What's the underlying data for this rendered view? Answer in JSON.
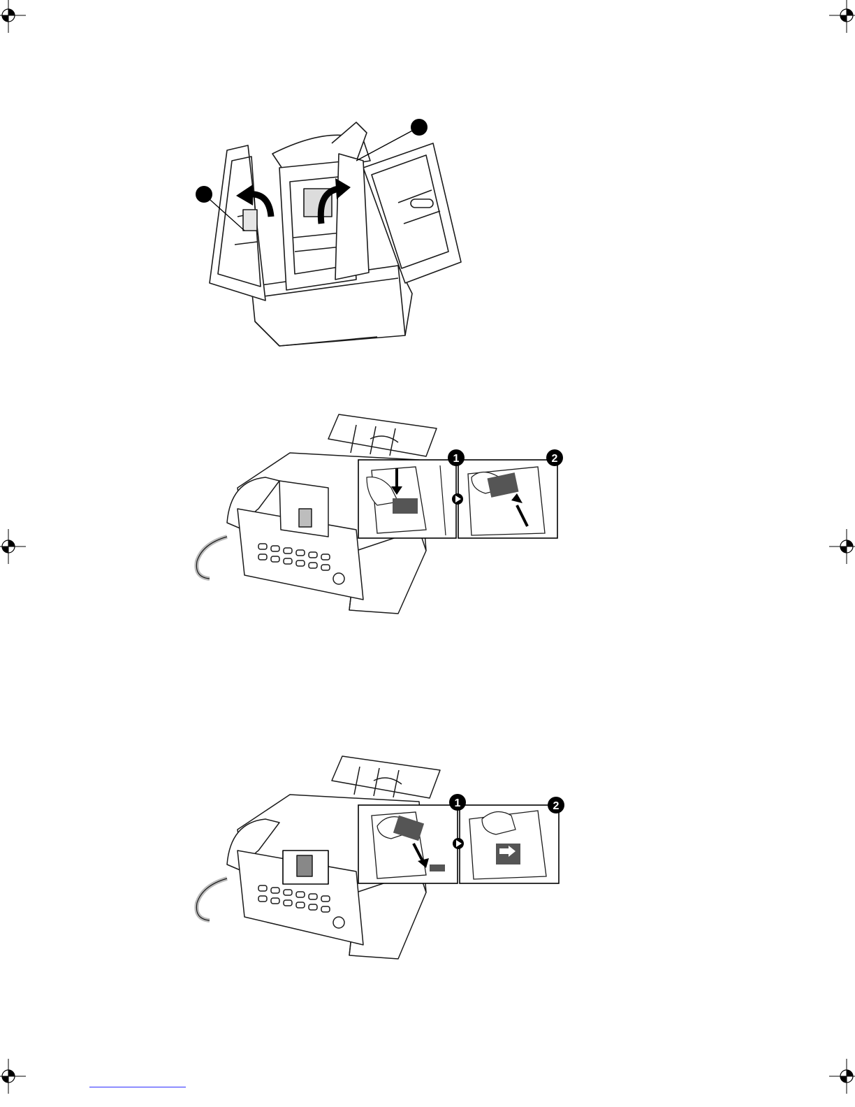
{
  "figures": [
    {
      "id": "figure-open-front-panel",
      "callouts": [
        {
          "marker": "callout-left",
          "label": ""
        },
        {
          "marker": "callout-right",
          "label": ""
        }
      ]
    },
    {
      "id": "figure-remove-cartridge",
      "callouts": [
        {
          "marker": "step-1",
          "label": "1"
        },
        {
          "marker": "step-2",
          "label": "2"
        }
      ]
    },
    {
      "id": "figure-install-cartridge",
      "callouts": [
        {
          "marker": "step-1",
          "label": "1"
        },
        {
          "marker": "step-2",
          "label": "2"
        }
      ]
    }
  ],
  "icons": [
    "registration-mark",
    "curved-arrow",
    "play-arrow-icon",
    "push-arrow"
  ],
  "colors": {
    "ink": "#1a1a1a",
    "shade": "#555555",
    "footer_rule": "#2b2bff"
  }
}
